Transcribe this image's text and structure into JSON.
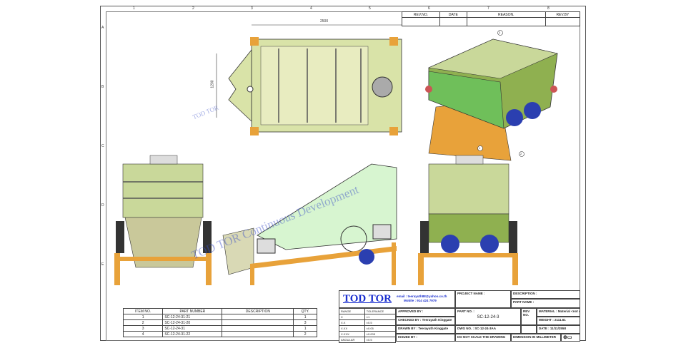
{
  "zones": {
    "columns": [
      "1",
      "2",
      "3",
      "4",
      "5",
      "6",
      "7",
      "8"
    ],
    "rows": [
      "A",
      "B",
      "C",
      "D",
      "E"
    ]
  },
  "revision_table": {
    "headers": [
      "REV.NO.",
      "DATE",
      "REASON.",
      "REV.BY"
    ]
  },
  "dimensions": {
    "length": "2500",
    "width": "1200"
  },
  "balloons": [
    "1",
    "2",
    "3"
  ],
  "watermark": {
    "main": "TOD TOR Continuous Development",
    "small": "TOD TOR"
  },
  "bom": {
    "headers": [
      "ITEM NO.",
      "PART NUMBER",
      "DESCRIPTION",
      "QTY."
    ],
    "rows": [
      [
        "1",
        "SC-12-24-31-21",
        "",
        "1"
      ],
      [
        "2",
        "SC-12-24-31-20",
        "",
        "3"
      ],
      [
        "3",
        "SC-12-24-31",
        "",
        "1"
      ],
      [
        "4",
        "SC-12-24-31-22",
        "",
        "2"
      ]
    ]
  },
  "title_block": {
    "company": "TOD TOR",
    "email": "email : teerayuth88@yahoo.co.th",
    "mobile": "Mobile : 914 424 7979",
    "tolerances": {
      "headers": [
        "RANGE",
        "TOLERANCE"
      ],
      "rows": [
        [
          "X",
          "±1"
        ],
        [
          "X.X",
          "±0.5"
        ],
        [
          "X.XX",
          "±0.05"
        ],
        [
          "X.XXX",
          "±0.005"
        ],
        [
          "ANGULAR",
          "±0.5"
        ]
      ]
    },
    "approved_by": "APPROVED BY :",
    "checked_by": "CHECKED BY : Teerayuth Kinggate",
    "drawn_by": "DRAWN BY : Teerayuth Kinggate",
    "issued_by": "ISSUED BY :",
    "project_name": "PROJECT NAME :",
    "part_no_label": "PART NO. :",
    "part_no": "SC-12-24-3",
    "dwg_no": "DWG NO. :   SC-12-24-3AA",
    "do_not_scale": "DO NOT SCALE THE DRAWING",
    "description": "DESCRIPTION :",
    "part_name": "PART NAME :",
    "rev_no": "REV NO.",
    "material": "MATERIAL : Material <not specified>",
    "weight": "WEIGHT : 2111.61",
    "date": "DATE :  11/11/2558",
    "units": "DIMENSION IN MILLIMETER"
  },
  "colors": {
    "frame_green": "#c9d89a",
    "body_green": "#9fcf7a",
    "light_green": "#d7f5d0",
    "support": "#e8a23a",
    "motor": "#2b3fb0",
    "logo": "#1a2fcf"
  }
}
